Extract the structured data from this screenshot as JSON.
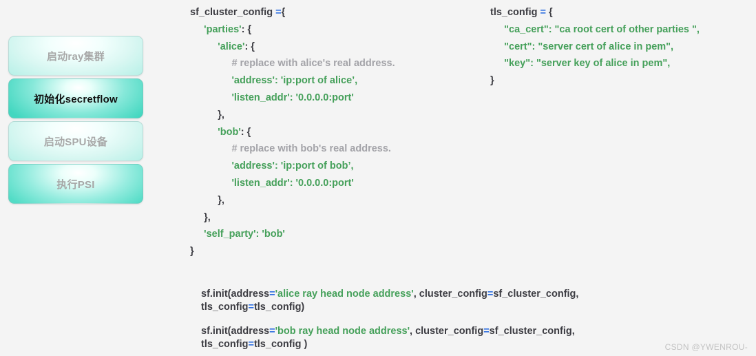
{
  "background_color": "#f4f4f4",
  "colors": {
    "string_green": "#45a05a",
    "operator_blue": "#2f6fe0",
    "plain_dark": "#3c3c42",
    "comment_gray": "#a3a3a8",
    "accent_teal": "#43d7c0",
    "watermark_gray": "#c2c2c2"
  },
  "steps": [
    {
      "label": "启动ray集群",
      "state": "pale"
    },
    {
      "label": "初始化secretflow",
      "state": "active"
    },
    {
      "label": "启动SPU设备",
      "state": "pale"
    },
    {
      "label": "执行PSI",
      "state": "bright"
    }
  ],
  "cluster_config": {
    "lines": [
      [
        {
          "t": "sf_cluster_config ",
          "c": "plain"
        },
        {
          "t": "=",
          "c": "op"
        },
        {
          "t": "{",
          "c": "plain"
        }
      ],
      [
        {
          "t": "     ",
          "c": "plain"
        },
        {
          "t": "'parties'",
          "c": "str"
        },
        {
          "t": ": {",
          "c": "plain"
        }
      ],
      [
        {
          "t": "          ",
          "c": "plain"
        },
        {
          "t": "'alice'",
          "c": "str"
        },
        {
          "t": ": {",
          "c": "plain"
        }
      ],
      [
        {
          "t": "               ",
          "c": "plain"
        },
        {
          "t": "# replace with alice's real address.",
          "c": "comment"
        }
      ],
      [
        {
          "t": "               ",
          "c": "plain"
        },
        {
          "t": "'address': 'ip:port of alice’,",
          "c": "str"
        }
      ],
      [
        {
          "t": "               ",
          "c": "plain"
        },
        {
          "t": "'listen_addr': '0.0.0.0:port'",
          "c": "str"
        }
      ],
      [
        {
          "t": "          },",
          "c": "plain"
        }
      ],
      [
        {
          "t": "          ",
          "c": "plain"
        },
        {
          "t": "'bob'",
          "c": "str"
        },
        {
          "t": ": {",
          "c": "plain"
        }
      ],
      [
        {
          "t": "               ",
          "c": "plain"
        },
        {
          "t": "# replace with bob's real address.",
          "c": "comment"
        }
      ],
      [
        {
          "t": "               ",
          "c": "plain"
        },
        {
          "t": "'address': 'ip:port of bob’,",
          "c": "str"
        }
      ],
      [
        {
          "t": "               ",
          "c": "plain"
        },
        {
          "t": "'listen_addr': '0.0.0.0:port'",
          "c": "str"
        }
      ],
      [
        {
          "t": "          },",
          "c": "plain"
        }
      ],
      [
        {
          "t": "     },",
          "c": "plain"
        }
      ],
      [
        {
          "t": "     ",
          "c": "plain"
        },
        {
          "t": "'self_party': 'bob'",
          "c": "str"
        }
      ],
      [
        {
          "t": "}",
          "c": "plain"
        }
      ]
    ]
  },
  "tls_config": {
    "lines": [
      [
        {
          "t": "tls_config ",
          "c": "plain"
        },
        {
          "t": "=",
          "c": "op"
        },
        {
          "t": " {",
          "c": "plain"
        }
      ],
      [
        {
          "t": "     ",
          "c": "plain"
        },
        {
          "t": "\"ca_cert\": \"ca root cert of other parties \",",
          "c": "str"
        }
      ],
      [
        {
          "t": "     ",
          "c": "plain"
        },
        {
          "t": "\"cert\": \"server cert of alice in pem\",",
          "c": "str"
        }
      ],
      [
        {
          "t": "     ",
          "c": "plain"
        },
        {
          "t": "\"key\": \"server key of alice in pem\",",
          "c": "str"
        }
      ],
      [
        {
          "t": "}",
          "c": "plain"
        }
      ]
    ]
  },
  "init_calls": [
    {
      "lines": [
        [
          {
            "t": "sf.init(address",
            "c": "plain"
          },
          {
            "t": "=",
            "c": "op"
          },
          {
            "t": "'alice ray head node address'",
            "c": "str"
          },
          {
            "t": ", cluster_config",
            "c": "plain"
          },
          {
            "t": "=",
            "c": "op"
          },
          {
            "t": "sf_cluster_config,",
            "c": "plain"
          }
        ],
        [
          {
            "t": "tls_config",
            "c": "plain"
          },
          {
            "t": "=",
            "c": "op"
          },
          {
            "t": "tls_config)",
            "c": "plain"
          }
        ]
      ]
    },
    {
      "lines": [
        [
          {
            "t": "sf.init(address",
            "c": "plain"
          },
          {
            "t": "=",
            "c": "op"
          },
          {
            "t": "'bob ray head node address'",
            "c": "str"
          },
          {
            "t": ", cluster_config",
            "c": "plain"
          },
          {
            "t": "=",
            "c": "op"
          },
          {
            "t": "sf_cluster_config,",
            "c": "plain"
          }
        ],
        [
          {
            "t": "tls_config",
            "c": "plain"
          },
          {
            "t": "=",
            "c": "op"
          },
          {
            "t": "tls_config )",
            "c": "plain"
          }
        ]
      ]
    }
  ],
  "watermark": {
    "text": "CSDN @YWENROU-"
  }
}
